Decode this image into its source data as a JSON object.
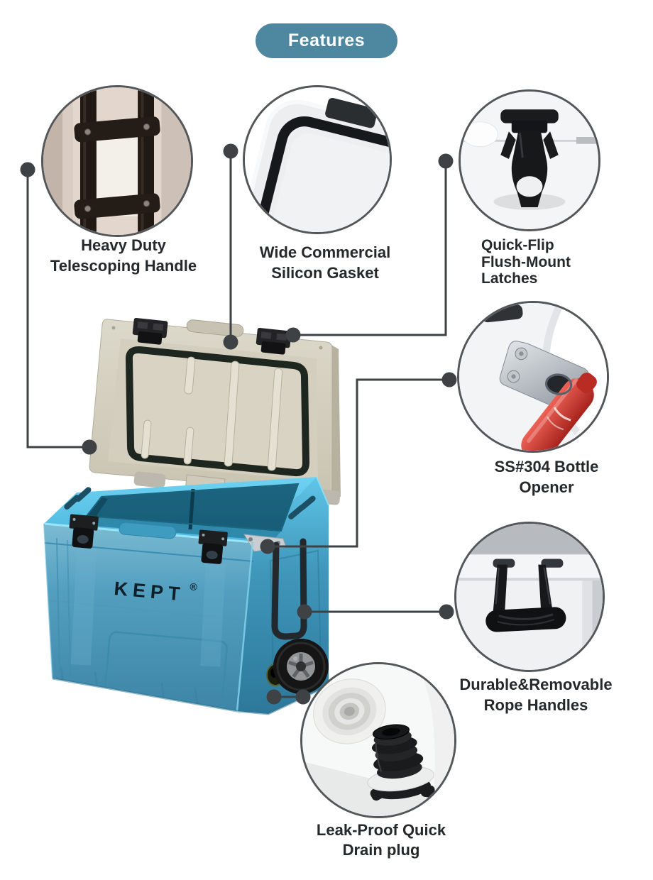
{
  "header": {
    "badge": "Features"
  },
  "product": {
    "brand": "KEPT",
    "registered_mark": "®"
  },
  "features": [
    {
      "id": "telescoping-handle",
      "lines": [
        "Heavy Duty",
        "Telescoping Handle"
      ]
    },
    {
      "id": "silicon-gasket",
      "lines": [
        "Wide Commercial",
        "Silicon Gasket"
      ]
    },
    {
      "id": "flush-mount-latches",
      "lines": [
        "Quick-Flip",
        "Flush-Mount",
        "Latches"
      ]
    },
    {
      "id": "bottle-opener",
      "lines": [
        "SS#304 Bottle",
        "Opener"
      ]
    },
    {
      "id": "rope-handles",
      "lines": [
        "Durable&Removable",
        "Rope Handles"
      ]
    },
    {
      "id": "drain-plug",
      "lines": [
        "Leak-Proof Quick",
        "Drain plug"
      ]
    }
  ],
  "colors": {
    "badge_background": "#4d87a0",
    "badge_text": "#ffffff",
    "connector_line": "#3f4244",
    "label_text": "#26292b",
    "cooler_body_blue": "#4e9dbf",
    "cooler_rim_blue": "#5fc9ee",
    "cooler_lid_beige": "#d6d2c2",
    "gasket_green_black": "#1d261f",
    "bottle_red": "#c93a32"
  }
}
